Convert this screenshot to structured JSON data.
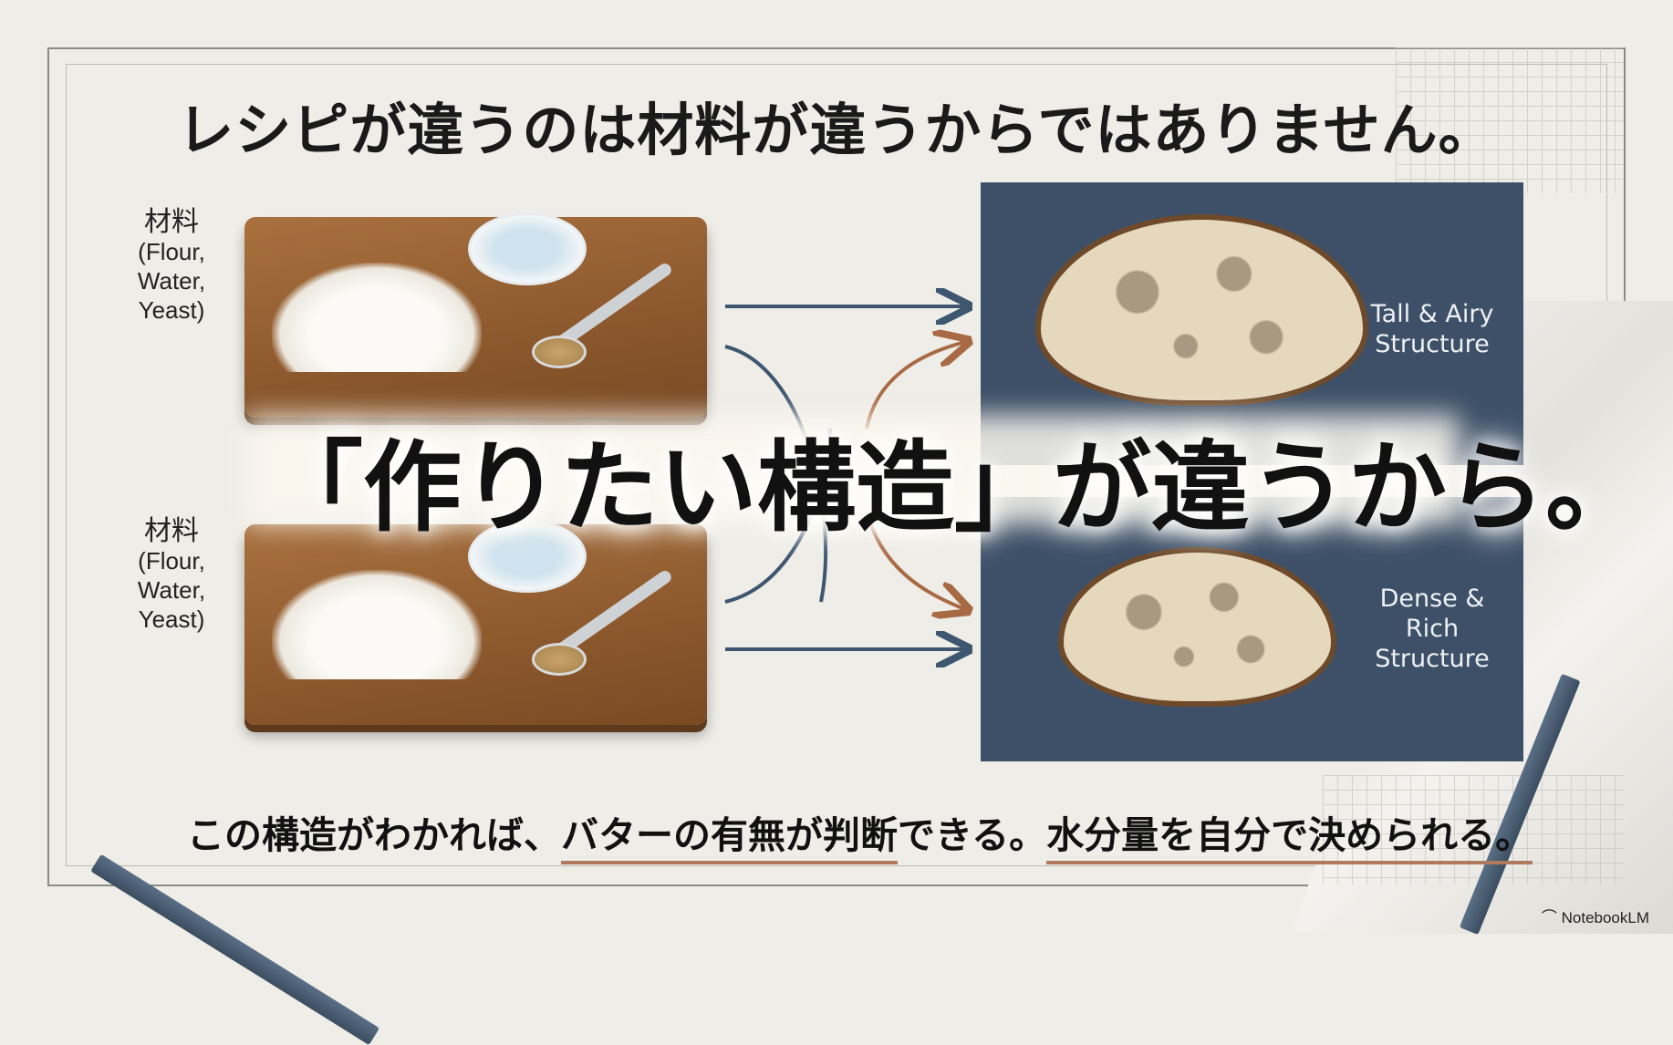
{
  "title": "レシピが違うのは材料が違うからではありません。",
  "ingredients": [
    {
      "label": "材料",
      "sub": [
        "(Flour,",
        "Water,",
        "Yeast)"
      ]
    },
    {
      "label": "材料",
      "sub": [
        "(Flour,",
        "Water,",
        "Yeast)"
      ]
    }
  ],
  "panels": [
    {
      "label_lines": [
        "Tall & Airy",
        "Structure"
      ]
    },
    {
      "label_lines": [
        "Dense &",
        "Rich",
        "Structure"
      ]
    }
  ],
  "headline": "「作りたい構造」が違うから。",
  "bottom": {
    "part1": "この構造がわかれば、",
    "part2": "バターの有無が判断",
    "part3": "できる。",
    "part4": "水分量を自分で決められる。"
  },
  "brand": "NotebookLM",
  "colors": {
    "panel": "#3d5068",
    "arrow_straight": "#3e5670",
    "arrow_curve": "#a86a44",
    "underline": "#b07a5e"
  }
}
